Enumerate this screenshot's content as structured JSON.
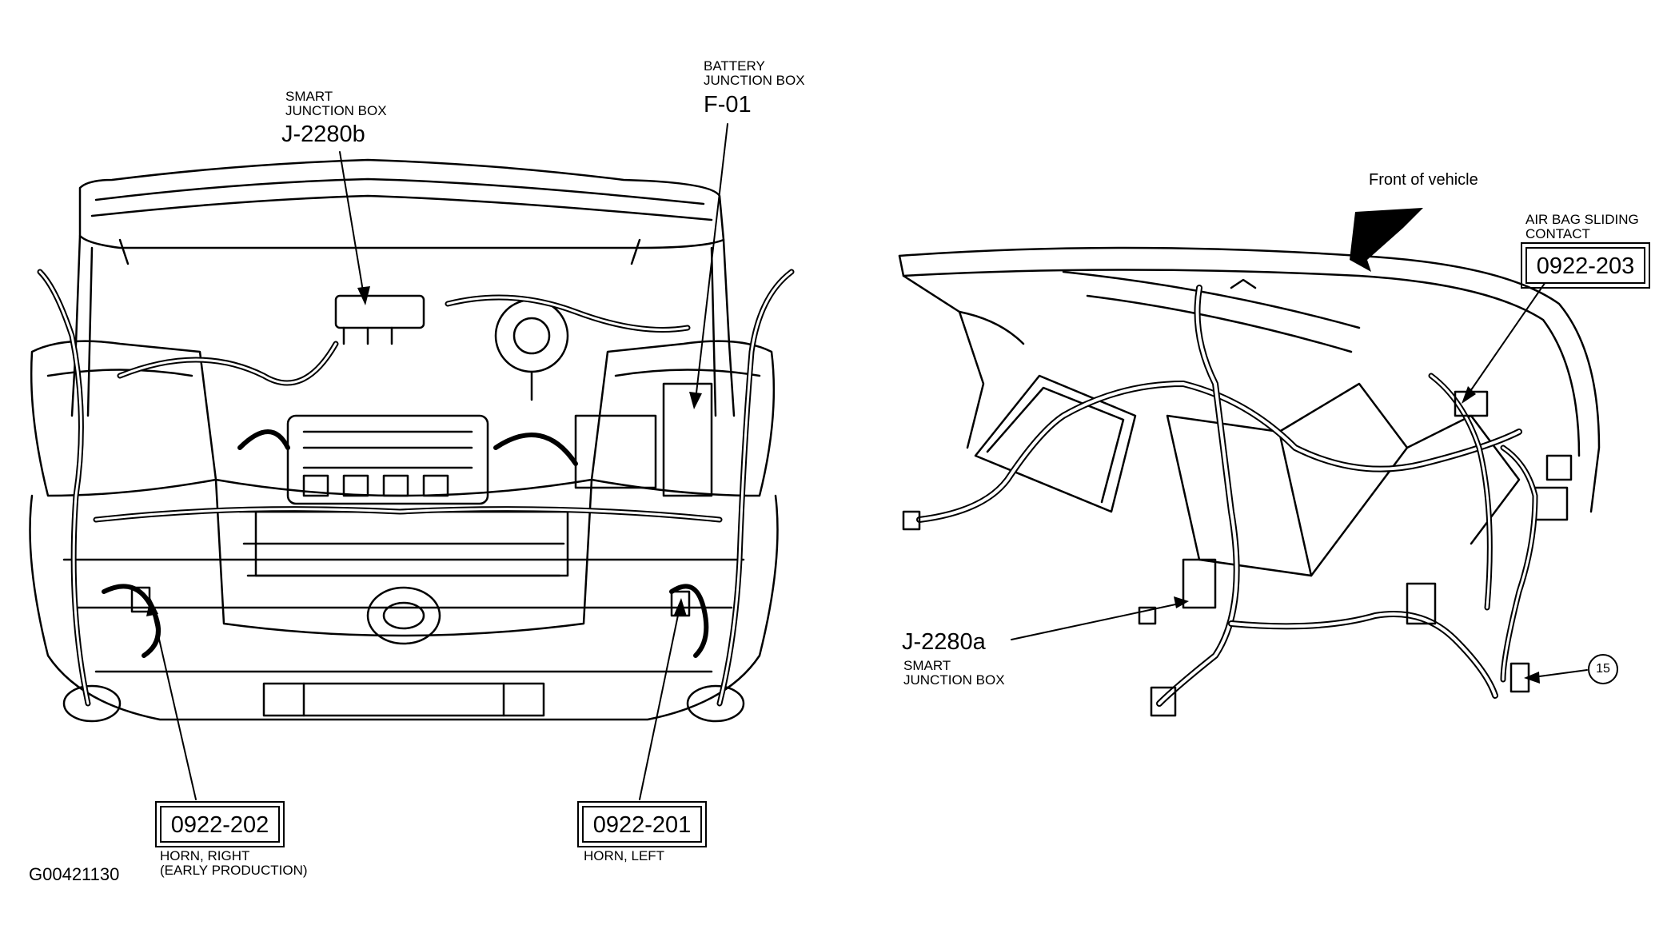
{
  "left_view": {
    "smart_jb_b": {
      "title_1": "SMART",
      "title_2": "JUNCTION BOX",
      "code": "J-2280b"
    },
    "battery_jb": {
      "title_1": "BATTERY",
      "title_2": "JUNCTION BOX",
      "code": "F-01"
    },
    "horn_right": {
      "connector": "0922-202",
      "desc_1": "HORN, RIGHT",
      "desc_2": "(EARLY PRODUCTION)"
    },
    "horn_left": {
      "connector": "0922-201",
      "desc_1": "HORN, LEFT"
    },
    "figure_id": "G00421130"
  },
  "right_view": {
    "front_label": "Front of vehicle",
    "airbag": {
      "title_1": "AIR BAG SLIDING",
      "title_2": "CONTACT",
      "connector": "0922-203"
    },
    "smart_jb_a": {
      "code": "J-2280a",
      "title_1": "SMART",
      "title_2": "JUNCTION BOX"
    },
    "callout_number": "15"
  }
}
